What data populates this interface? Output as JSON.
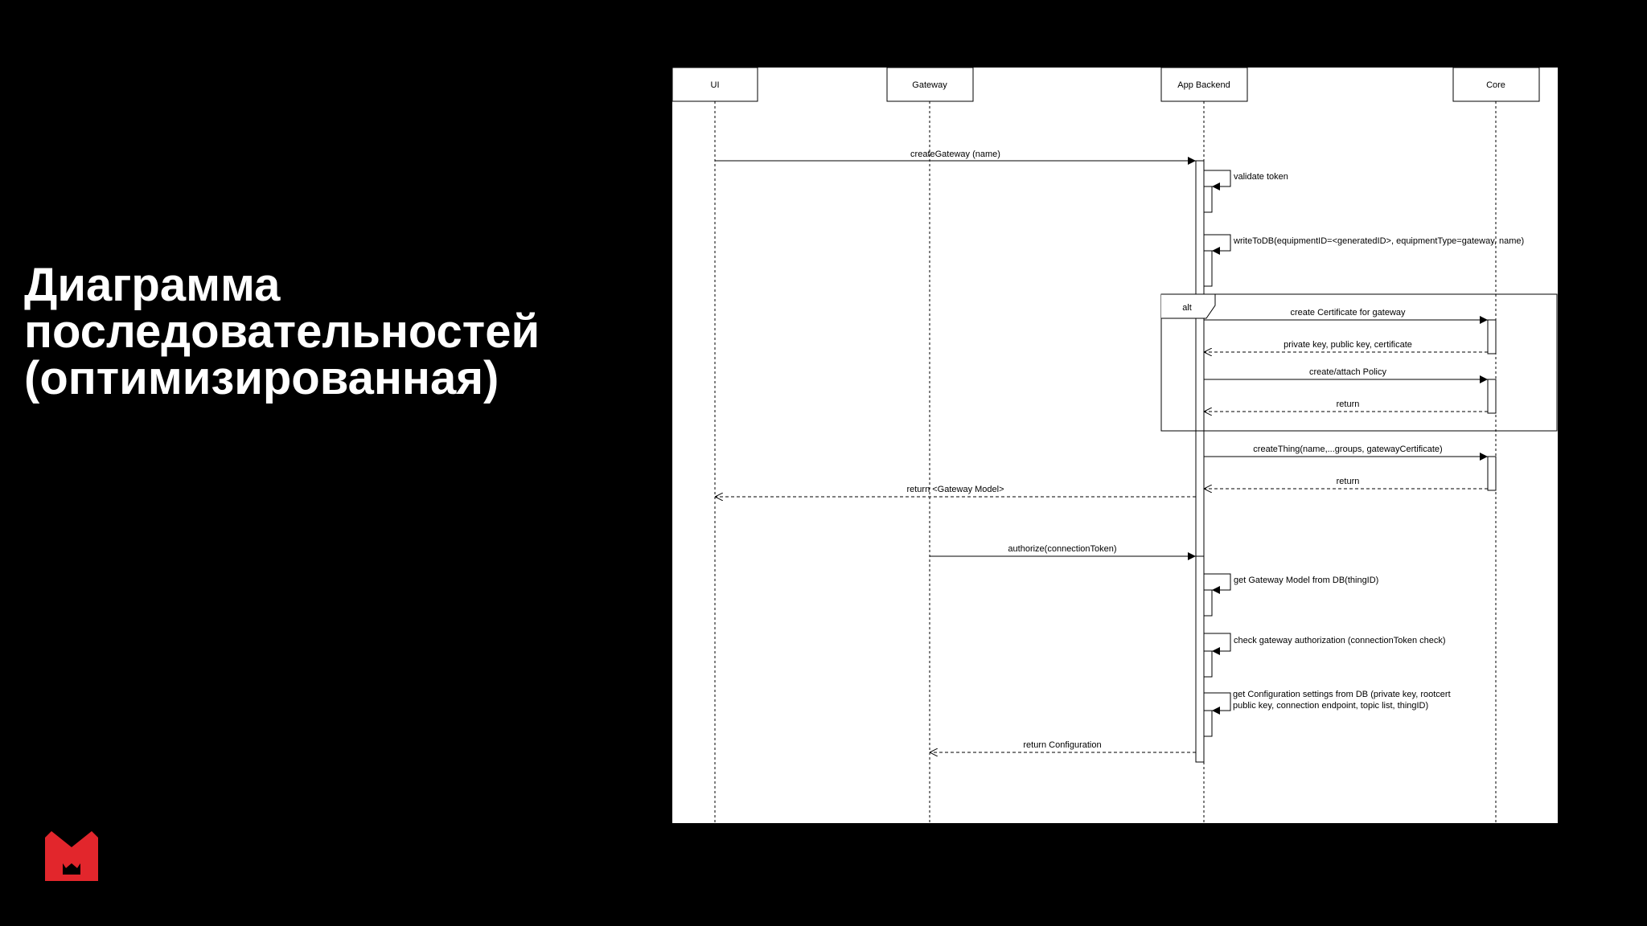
{
  "slide": {
    "title_lines": [
      "Диаграмма",
      "последовательностей",
      "(оптимизированная)"
    ]
  },
  "diagram": {
    "participants": [
      "UI",
      "Gateway",
      "App Backend",
      "Core"
    ],
    "fragment_label": "alt",
    "messages": [
      "createGateway (name)",
      "validate token",
      "writeToDB(equipmentID=<generatedID>, equipmentType=gateway, name)",
      "create Certificate for gateway",
      "private key, public key, certificate",
      "create/attach Policy",
      "return",
      "createThing(name,...groups, gatewayCertificate)",
      "return",
      "return <Gateway Model>",
      "authorize(connectionToken)",
      "get Gateway Model from DB(thingID)",
      "check gateway authorization (connectionToken check)",
      "get Configuration settings from DB (private key, rootcert",
      "public key, connection endpoint, topic list, thingID)",
      "return Configuration"
    ]
  },
  "colors": {
    "background": "#000000",
    "panel": "#ffffff",
    "brand": "#e2262c"
  },
  "icons": {
    "logo": "m-logo-icon"
  }
}
